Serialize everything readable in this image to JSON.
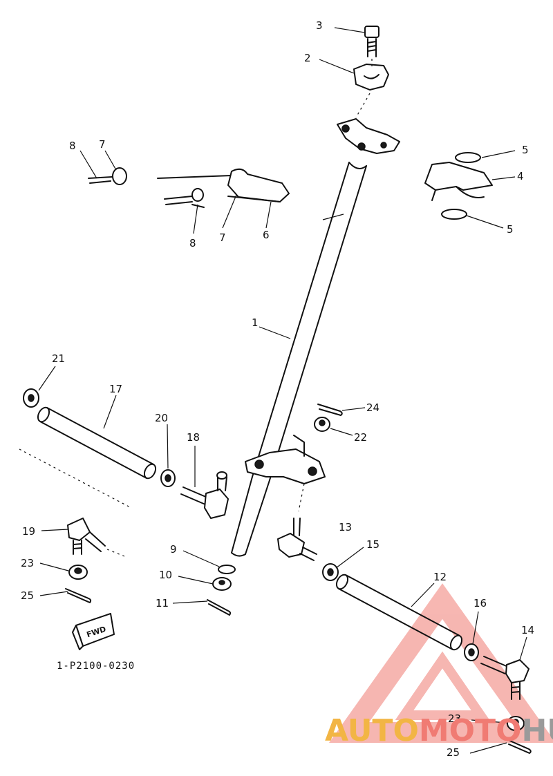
{
  "diagram": {
    "part_code": "1-P2100-0230",
    "fwd_plate_label": "FWD",
    "callouts": [
      {
        "id": "c3",
        "text": "3"
      },
      {
        "id": "c2",
        "text": "2"
      },
      {
        "id": "c8a",
        "text": "8"
      },
      {
        "id": "c7a",
        "text": "7"
      },
      {
        "id": "c5a",
        "text": "5"
      },
      {
        "id": "c4",
        "text": "4"
      },
      {
        "id": "c5b",
        "text": "5"
      },
      {
        "id": "c8b",
        "text": "8"
      },
      {
        "id": "c7b",
        "text": "7"
      },
      {
        "id": "c6",
        "text": "6"
      },
      {
        "id": "c1",
        "text": "1"
      },
      {
        "id": "c21",
        "text": "21"
      },
      {
        "id": "c17",
        "text": "17"
      },
      {
        "id": "c20",
        "text": "20"
      },
      {
        "id": "c18",
        "text": "18"
      },
      {
        "id": "c24",
        "text": "24"
      },
      {
        "id": "c22",
        "text": "22"
      },
      {
        "id": "c19",
        "text": "19"
      },
      {
        "id": "c9",
        "text": "9"
      },
      {
        "id": "c13",
        "text": "13"
      },
      {
        "id": "c15",
        "text": "15"
      },
      {
        "id": "c23a",
        "text": "23"
      },
      {
        "id": "c10",
        "text": "10"
      },
      {
        "id": "c12",
        "text": "12"
      },
      {
        "id": "c25a",
        "text": "25"
      },
      {
        "id": "c11",
        "text": "11"
      },
      {
        "id": "c16",
        "text": "16"
      },
      {
        "id": "c14",
        "text": "14"
      },
      {
        "id": "c23b",
        "text": "23"
      },
      {
        "id": "c25b",
        "text": "25"
      }
    ]
  },
  "watermark": {
    "part1": "AUTO",
    "part2": "MOTO",
    "part3": "HUB",
    "colors": {
      "auto": "#f2b544",
      "moto": "#f07b73",
      "hub": "#9a9a9a",
      "triangle": "#f07b73"
    }
  }
}
